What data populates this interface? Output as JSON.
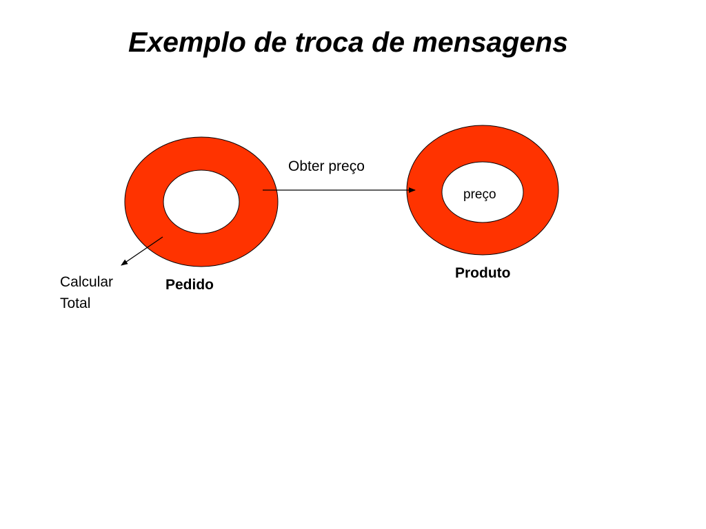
{
  "slide": {
    "title": "Exemplo de troca de mensagens"
  },
  "diagram": {
    "message_label": "Obter preço",
    "objects": [
      {
        "name": "Pedido",
        "attribute": ""
      },
      {
        "name": "Produto",
        "attribute": "preço"
      }
    ],
    "self_message": [
      "Calcular",
      "Total"
    ],
    "colors": {
      "ring": "#ff3300",
      "outline": "#000000",
      "background": "#ffffff"
    }
  }
}
